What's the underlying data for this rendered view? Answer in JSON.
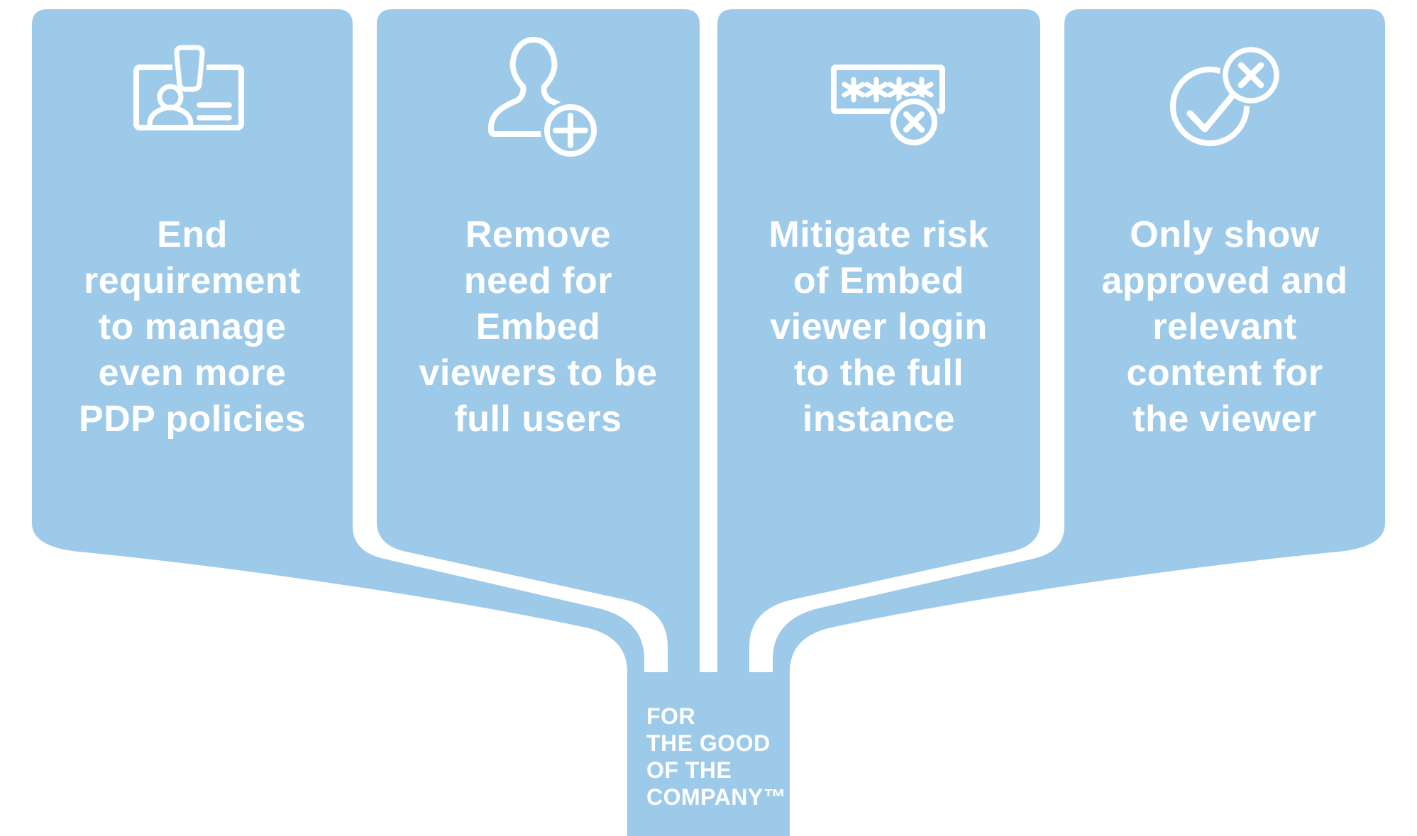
{
  "colors": {
    "card_blue": "#9ecaea",
    "icon_and_text_white": "#ffffff",
    "background": "#ffffff"
  },
  "cards": [
    {
      "icon": "id-badge-icon",
      "text": "End\nrequirement\nto manage\neven more\nPDP policies"
    },
    {
      "icon": "add-user-icon",
      "text": "Remove\nneed for\nEmbed\nviewers to be\nfull users"
    },
    {
      "icon": "password-blocked-icon",
      "text": "Mitigate risk\nof Embed\nviewer login\nto the full\ninstance"
    },
    {
      "icon": "approved-content-icon",
      "text": "Only show\napproved and\nrelevant\ncontent for\nthe viewer"
    }
  ],
  "footer": {
    "text": "FOR\nTHE GOOD\nOF THE\nCOMPANY™"
  }
}
